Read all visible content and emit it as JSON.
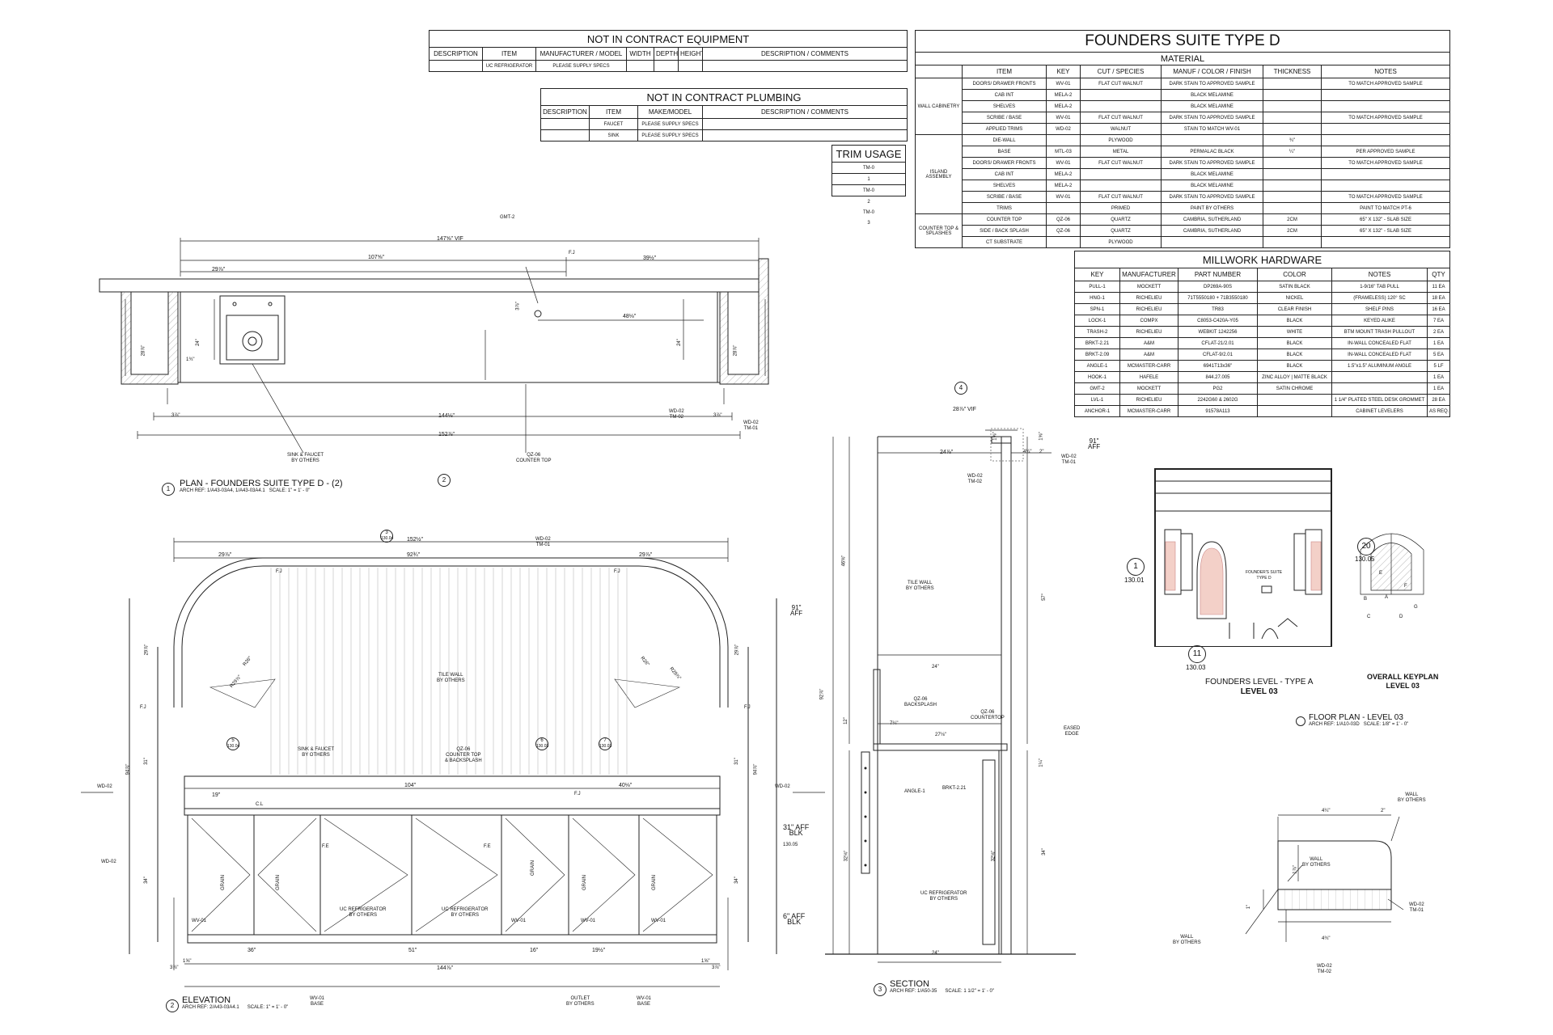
{
  "nic_equipment": {
    "title": "NOT IN CONTRACT EQUIPMENT",
    "headers": [
      "DESCRIPTION",
      "ITEM",
      "MANUFACTURER / MODEL",
      "WIDTH",
      "DEPTH",
      "HEIGHT",
      "DESCRIPTION / COMMENTS"
    ],
    "rows": [
      [
        "",
        "UC REFRIGERATOR",
        "PLEASE SUPPLY SPECS",
        "",
        "",
        "",
        ""
      ]
    ]
  },
  "nic_plumbing": {
    "title": "NOT IN CONTRACT PLUMBING",
    "headers": [
      "DESCRIPTION",
      "ITEM",
      "MAKE/MODEL",
      "DESCRIPTION / COMMENTS"
    ],
    "rows": [
      [
        "",
        "FAUCET",
        "PLEASE SUPPLY SPECS",
        ""
      ],
      [
        "",
        "SINK",
        "PLEASE SUPPLY SPECS",
        ""
      ]
    ]
  },
  "trim_usage": {
    "title": "TRIM USAGE",
    "rows": [
      "TM-0",
      "1",
      "TM-0",
      "2",
      "TM-0",
      "3"
    ]
  },
  "material": {
    "title": "FOUNDERS SUITE TYPE D",
    "subtitle": "MATERIAL",
    "headers": [
      "ITEM",
      "KEY",
      "CUT / SPECIES",
      "MANUF / COLOR / FINISH",
      "THICKNESS",
      "NOTES"
    ],
    "groups": [
      {
        "group": "WALL CABINETRY",
        "rows": [
          [
            "DOORS/ DRAWER FRONTS",
            "WV-01",
            "FLAT CUT WALNUT",
            "DARK STAIN TO APPROVED SAMPLE",
            "",
            "TO MATCH APPROVED SAMPLE"
          ],
          [
            "CAB INT",
            "MELA-2",
            "",
            "BLACK MELAMINE",
            "",
            ""
          ],
          [
            "SHELVES",
            "MELA-2",
            "",
            "BLACK MELAMINE",
            "",
            ""
          ],
          [
            "SCRIBE / BASE",
            "WV-01",
            "FLAT CUT WALNUT",
            "DARK STAIN TO APPROVED SAMPLE",
            "",
            "TO MATCH APPROVED SAMPLE"
          ],
          [
            "APPLIED TRIMS",
            "WD-02",
            "WALNUT",
            "STAIN TO MATCH WV-01",
            "",
            ""
          ]
        ]
      },
      {
        "group": "ISLAND ASSEMBLY",
        "rows": [
          [
            "DIE-WALL",
            "",
            "PLYWOOD",
            "",
            "¾\"",
            ""
          ],
          [
            "BASE",
            "MTL-03",
            "METAL",
            "PERMALAC BLACK",
            "¼\"",
            "PER APPROVED SAMPLE"
          ],
          [
            "DOORS/ DRAWER FRONTS",
            "WV-01",
            "FLAT CUT WALNUT",
            "DARK STAIN TO APPROVED SAMPLE",
            "",
            "TO MATCH APPROVED SAMPLE"
          ],
          [
            "CAB INT",
            "MELA-2",
            "",
            "BLACK MELAMINE",
            "",
            ""
          ],
          [
            "SHELVES",
            "MELA-2",
            "",
            "BLACK MELAMINE",
            "",
            ""
          ],
          [
            "SCRIBE / BASE",
            "WV-01",
            "FLAT CUT WALNUT",
            "DARK STAIN TO APPROVED SAMPLE",
            "",
            "TO MATCH APPROVED SAMPLE"
          ],
          [
            "TRIMS",
            "",
            "PRIMED",
            "PAINT BY OTHERS",
            "",
            "PAINT TO MATCH PT-6"
          ]
        ]
      },
      {
        "group": "COUNTER TOP & SPLASHES",
        "rows": [
          [
            "COUNTER TOP",
            "QZ-06",
            "QUARTZ",
            "CAMBRIA, SUTHERLAND",
            "2CM",
            "65\" X 132\" - SLAB SIZE"
          ],
          [
            "SIDE / BACK SPLASH",
            "QZ-06",
            "QUARTZ",
            "CAMBRIA, SUTHERLAND",
            "2CM",
            "65\" X 132\" - SLAB SIZE"
          ],
          [
            "CT SUBSTRATE",
            "",
            "PLYWOOD",
            "",
            "",
            ""
          ]
        ]
      }
    ]
  },
  "hardware": {
    "title": "MILLWORK HARDWARE",
    "headers": [
      "KEY",
      "MANUFACTURER",
      "PART NUMBER",
      "COLOR",
      "NOTES",
      "QTY"
    ],
    "rows": [
      [
        "PULL-1",
        "MOCKETT",
        "DP269A-90S",
        "SATIN BLACK",
        "1-9/16\" TAB PULL",
        "11 EA"
      ],
      [
        "HNG-1",
        "RICHELIEU",
        "71T5550180 + 71B3550180",
        "NICKEL",
        "(FRAMELESS) 120° SC",
        "18 EA"
      ],
      [
        "SPN-1",
        "RICHELIEU",
        "TR83",
        "CLEAR FINISH",
        "SHELF PINS",
        "16 EA"
      ],
      [
        "LOCK-1",
        "COMPX",
        "C8053-C420A-Y05",
        "BLACK",
        "KEYED ALIKE",
        "7 EA"
      ],
      [
        "TRASH-2",
        "RICHELIEU",
        "WEBKIT 1242256",
        "WHITE",
        "BTM MOUNT TRASH PULLOUT",
        "2 EA"
      ],
      [
        "BRKT-2.21",
        "A&M",
        "CFLAT-21/2.01",
        "BLACK",
        "IN-WALL CONCEALED FLAT",
        "1 EA"
      ],
      [
        "BRKT-2.09",
        "A&M",
        "CFLAT-9/2.01",
        "BLACK",
        "IN-WALL CONCEALED FLAT",
        "5 EA"
      ],
      [
        "ANGLE-1",
        "MCMASTER-CARR",
        "6941T13x36\"",
        "BLACK",
        "1.5\"x1.5\" ALUMINUM ANGLE",
        "5 LF"
      ],
      [
        "HOOK-1",
        "HAFELE",
        "844.27.005",
        "ZINC ALLOY | MATTE BLACK",
        "",
        "1 EA"
      ],
      [
        "GMT-2",
        "MOCKETT",
        "PG2",
        "SATIN CHROME",
        "",
        "1 EA"
      ],
      [
        "LVL-1",
        "RICHELIEU",
        "2242G60 & 2602G",
        "",
        "1 1/4\" PLATED STEEL DESK GROMMET",
        "28 EA"
      ],
      [
        "ANCHOR-1",
        "MCMASTER-CARR",
        "91578A113",
        "",
        "CABINET LEVELERS",
        "AS REQ."
      ]
    ]
  },
  "plan": {
    "number": "1",
    "title": "PLAN - FOUNDERS SUITE TYPE D - (2)",
    "ref": "ARCH REF: 1/A43-03A4, 1/A43-03A4.1",
    "scale": "SCALE: 1\" = 1' - 0\"",
    "dims": [
      "147⅝\" VIF",
      "107⅝\"",
      "29⅞\"",
      "39½\"",
      "48⅛\"",
      "3⅞\"",
      "24\"",
      "24\"",
      "28⅞\"",
      "28⅞\"",
      "1¾\"",
      "3⅞\"",
      "3⅞\"",
      "144⅛\"",
      "152⅞\"",
      "F.J"
    ],
    "labels": {
      "gmt": "GMT-2",
      "sink": "SINK & FAUCET\nBY OTHERS",
      "qz": "QZ-06\nCOUNTER TOP",
      "wd_left": "WD-02\nTM-02",
      "wd_right": "WD-02\nTM-01"
    },
    "marker": "2"
  },
  "elevation": {
    "number": "2",
    "title": "ELEVATION",
    "ref": "ARCH REF: 2/A43-03A4.1",
    "scale": "SCALE: 1\" = 1' - 0\"",
    "dims": [
      "152½\"",
      "29⅞\"",
      "92¾\"",
      "29⅞\"",
      "104\"",
      "19\"",
      "40⅛\"",
      "36\"",
      "51\"",
      "16\"",
      "19½\"",
      "144⅞\"",
      "3⅞\"",
      "3⅞\"",
      "1⅝\"",
      "1⅝\"",
      "29⅞\"",
      "29⅞\"",
      "31\"",
      "31\"",
      "94⅞\"",
      "94⅞\"",
      "34\"",
      "34\"",
      "R26\"",
      "R26\"",
      "R29⅞\"",
      "R29⅞\""
    ],
    "labels": {
      "wd_top": "WD-02\nTM-01",
      "tile": "TILE WALL\nBY OTHERS",
      "sink": "SINK & FAUCET\nBY OTHERS",
      "qz": "QZ-06\nCOUNTER TOP\n& BACKSPLASH",
      "wd02": "WD-02",
      "fj": "F.J",
      "fe": "F.E",
      "grain": "GRAIN",
      "wv01": "WV-01",
      "ucref": "UC REFRIGERATOR\nBY OTHERS",
      "outlet": "OUTLET\nBY OTHERS",
      "wvbase": "WV-01\nBASE",
      "aff91": "91\"\nAFF",
      "aff31": "31\" AFF\nBLK",
      "aff6": "6\" AFF\nBLK",
      "cl": "C.L"
    },
    "markers": [
      "3",
      "130.04",
      "5",
      "130.04",
      "6",
      "130.03",
      "7",
      "130.03",
      "130.05"
    ]
  },
  "section": {
    "number": "3",
    "title": "SECTION",
    "ref": "ARCH REF: 1/A50-35",
    "scale": "SCALE: 1 1/2\" = 1' - 0\"",
    "dims": [
      "28⅞\" VIF",
      "24⅞\"",
      "4¼\"",
      "2\"",
      "1⅝\"",
      "1⅝\"",
      "46⅜\"",
      "57\"",
      "92⅞\"",
      "12\"",
      "24\"",
      "27⅛\"",
      "7¼\"",
      "32⅛\"",
      "32⅛\"",
      "34\"",
      "1¼\"",
      "24\""
    ],
    "labels": {
      "wd_tm02": "WD-02\nTM-02",
      "wd_tm01": "WD-02\nTM-01",
      "aff": "91\"\nAFF",
      "tile": "TILE WALL\nBY OTHERS",
      "qz_bs": "QZ-06\nBACKSPLASH",
      "qz_ct": "QZ-06\nCOUNTERTOP",
      "eased": "EASED\nEDGE",
      "angle": "ANGLE-1",
      "brkt": "BRKT-2.21",
      "ucref": "UC REFRIGERATOR\nBY OTHERS"
    },
    "marker": "4"
  },
  "floorplan": {
    "title": "FLOOR PLAN - LEVEL 03",
    "ref": "ARCH REF: 1/A10-03D",
    "scale": "SCALE: 1/8\" = 1' - 0\"",
    "caption1": "FOUNDERS LEVEL - TYPE A",
    "caption1b": "LEVEL 03",
    "caption2": "OVERALL KEYPLAN",
    "caption2b": "LEVEL 03",
    "room": "FOUNDER'S SUITE\nTYPE D",
    "bubbles": [
      {
        "n": "1",
        "s": "130.01"
      },
      {
        "n": "20",
        "s": "130.05"
      },
      {
        "n": "11",
        "s": "130.03"
      }
    ],
    "keyplan_letters": [
      "E",
      "F",
      "A",
      "B",
      "C",
      "D",
      "G"
    ]
  },
  "detail": {
    "dims": [
      "4¼\"",
      "2\"",
      "1⅞\"",
      "1\"",
      "4¾\""
    ],
    "labels": {
      "wall_top": "WALL\nBY OTHERS",
      "wall_mid": "WALL\nBY OTHERS",
      "wall_bot": "WALL\nBY OTHERS",
      "wd_tm01": "WD-02\nTM-01",
      "wd_tm02": "WD-02\nTM-02"
    }
  }
}
